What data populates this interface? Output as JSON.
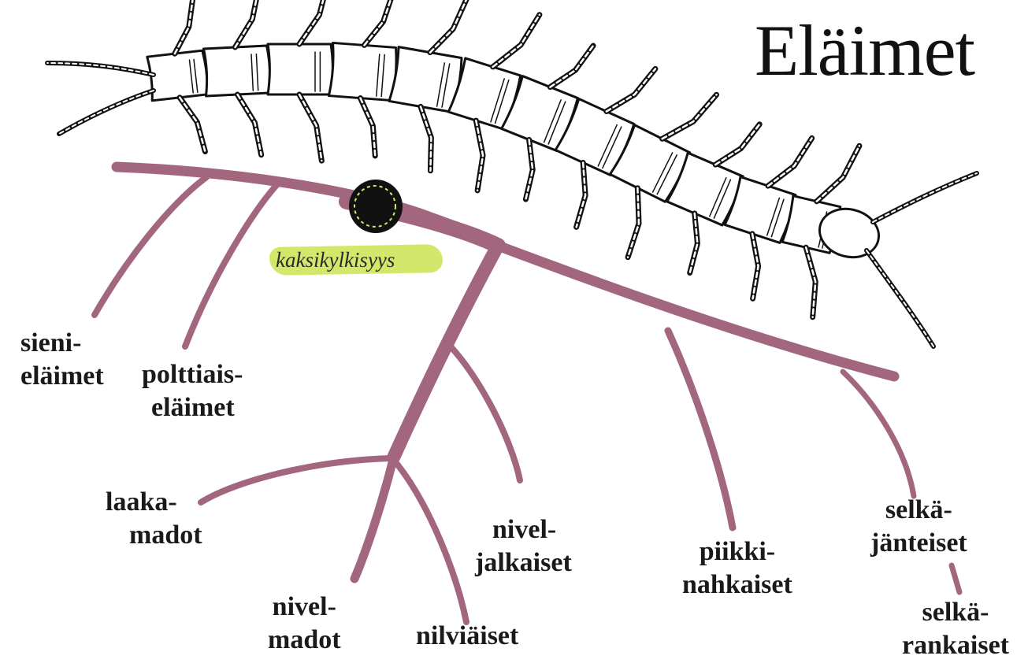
{
  "title": "Eläimet",
  "highlight": "kaksikylkisyys",
  "labels": {
    "sieni": [
      "sieni-",
      "eläimet"
    ],
    "polttiais": [
      "polttiais-",
      "eläimet"
    ],
    "laaka": [
      "laaka-",
      "madot"
    ],
    "nivelmadot": [
      "nivel-",
      "madot"
    ],
    "nilviaiset": [
      "nilviäiset"
    ],
    "niveljalkaiset": [
      "nivel-",
      "jalkaiset"
    ],
    "piikki": [
      "piikki-",
      "nahkaiset"
    ],
    "selkajanteiset": [
      "selkä-",
      "jänteiset"
    ],
    "selkarankaiset": [
      "selkä-",
      "rankaiset"
    ]
  },
  "colors": {
    "branch": "#a2667f",
    "highlight": "#d3e86a",
    "ink": "#111111"
  }
}
